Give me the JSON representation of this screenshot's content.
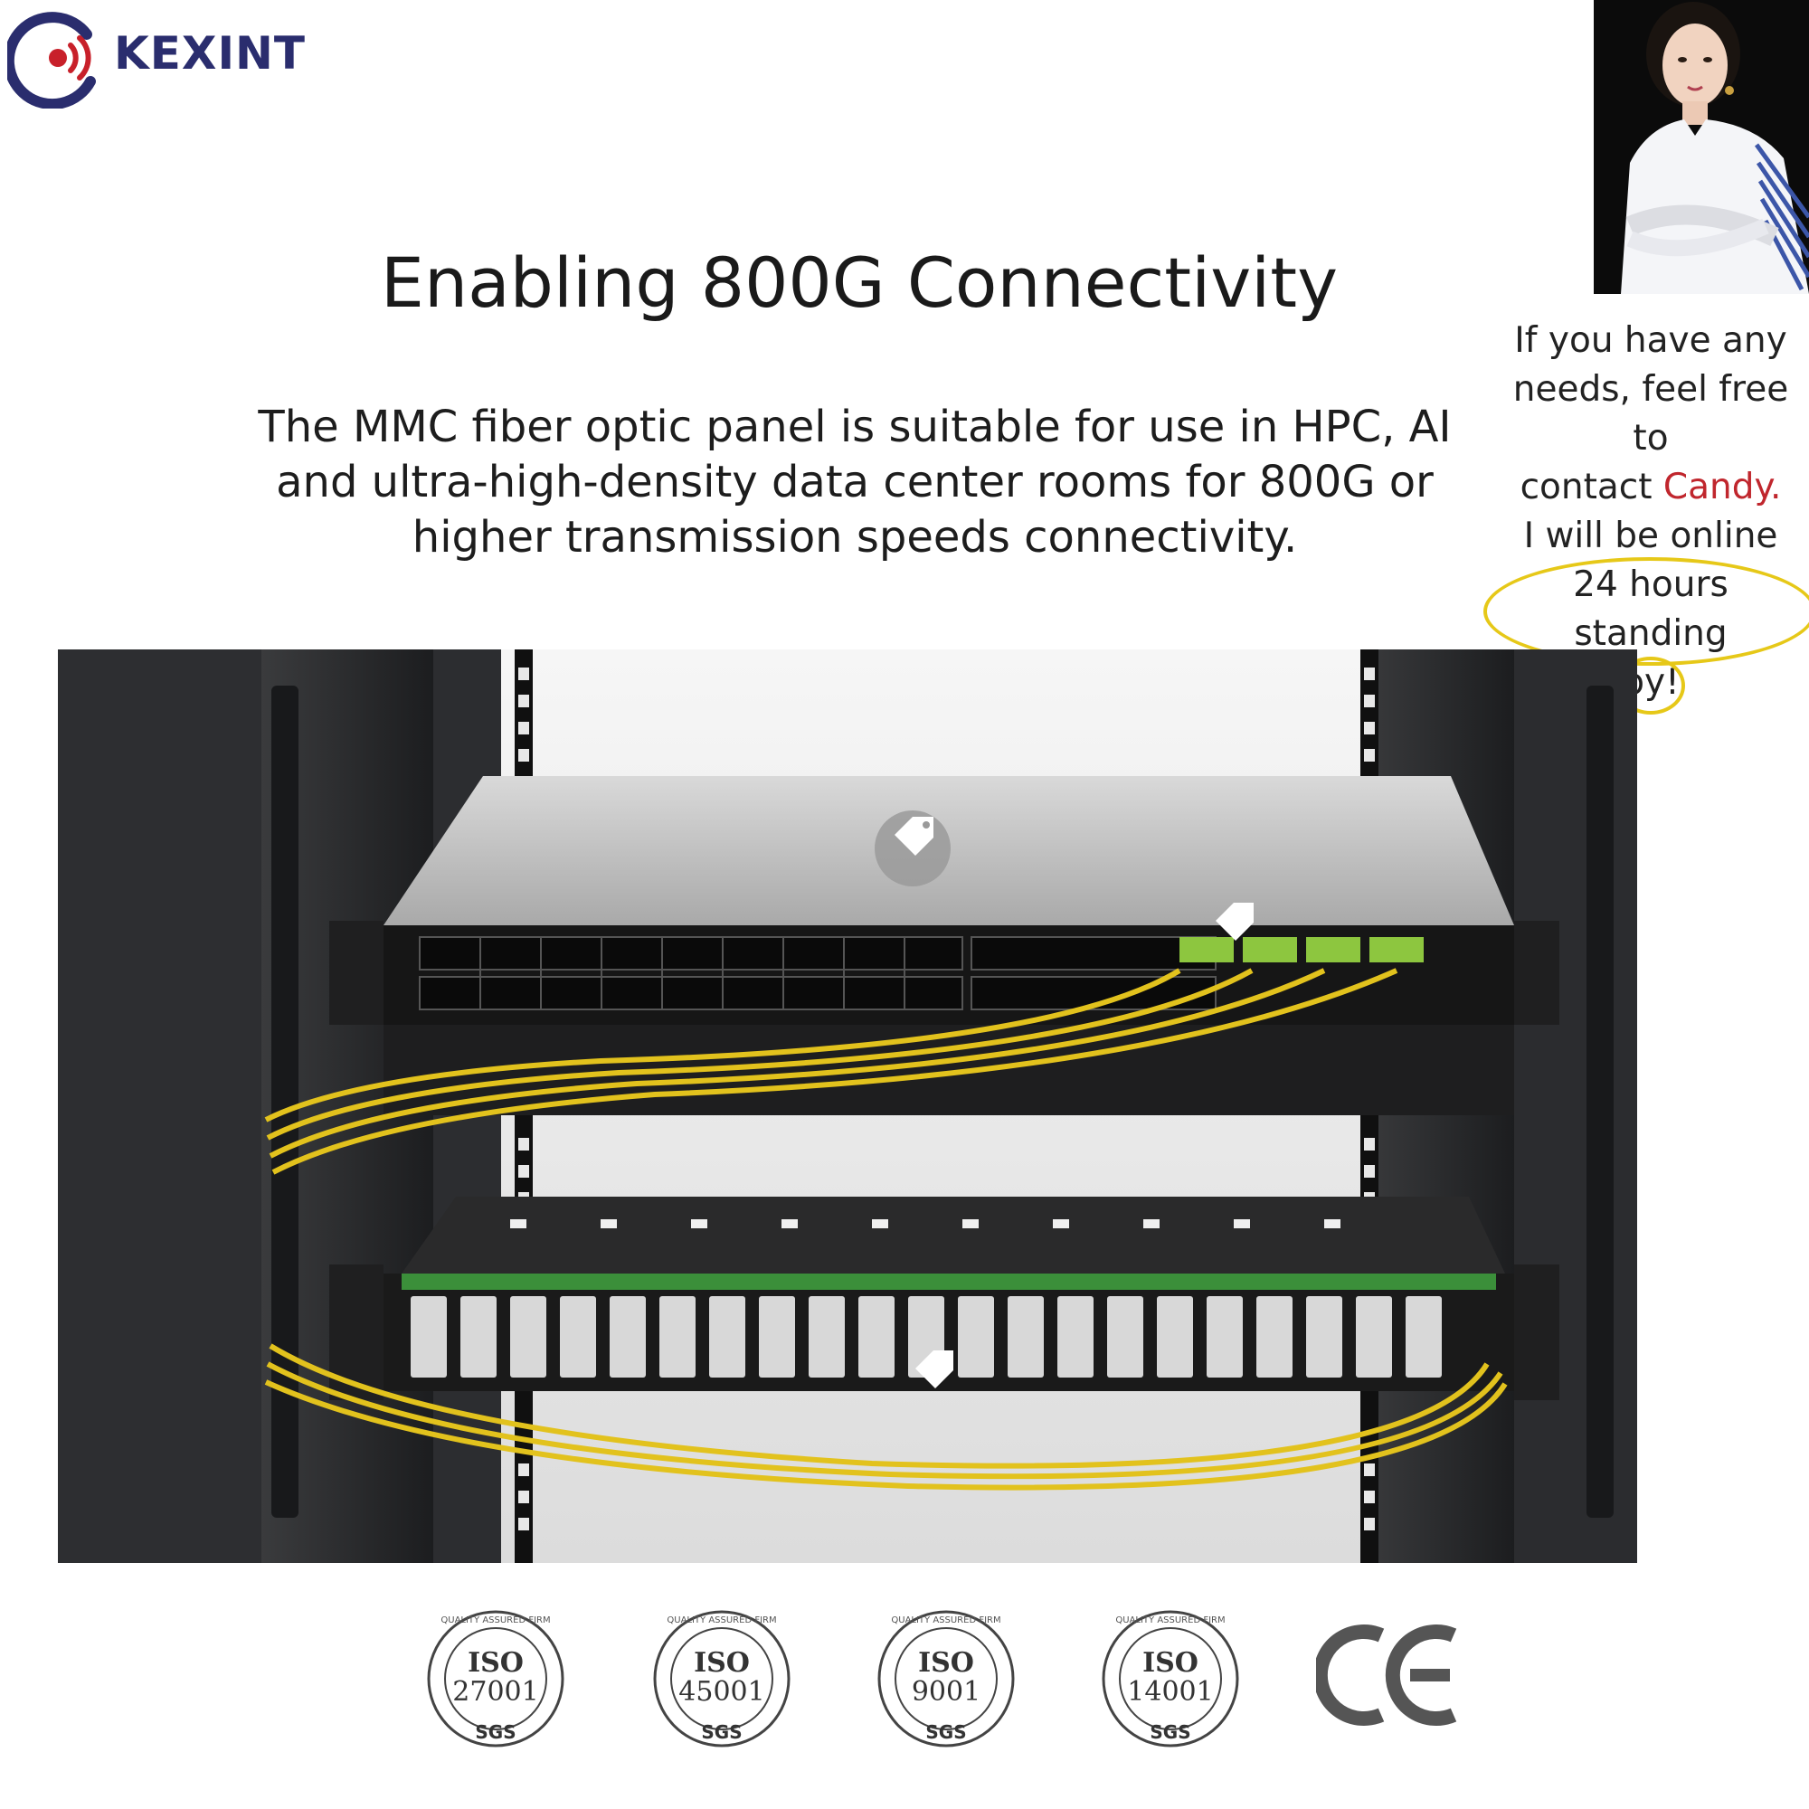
{
  "brand": {
    "name": "KEXINT",
    "colors": {
      "navy": "#2a2d6e",
      "red": "#c8202a"
    }
  },
  "contact": {
    "line1": "If you have any",
    "line2": "needs, feel free to",
    "line3_prefix": "contact ",
    "name": "Candy.",
    "line4": "I will be online",
    "line5": "24 hours standing",
    "line6": "by!",
    "highlight_color": "#e6c818",
    "name_color": "#c0262d"
  },
  "hero": {
    "title": "Enabling 800G Connectivity",
    "description_line1": "The MMC fiber optic panel is suitable for use in HPC, AI",
    "description_line2": "and ultra-high-density data center rooms for 800G or",
    "description_line3": "higher transmission speeds connectivity."
  },
  "certifications": [
    {
      "top": "ISO",
      "number": "27001",
      "ring_text": "QUALITY ASSURED FIRM",
      "issuer": "SGS"
    },
    {
      "top": "ISO",
      "number": "45001",
      "ring_text": "QUALITY ASSURED FIRM",
      "issuer": "SGS"
    },
    {
      "top": "ISO",
      "number": "9001",
      "ring_text": "QUALITY ASSURED FIRM",
      "issuer": "SGS"
    },
    {
      "top": "ISO",
      "number": "14001",
      "ring_text": "QUALITY ASSURED FIRM",
      "issuer": "SGS"
    }
  ],
  "ce_mark": "CE",
  "icons": [
    "kexint-logo-icon",
    "price-tag-icon"
  ]
}
